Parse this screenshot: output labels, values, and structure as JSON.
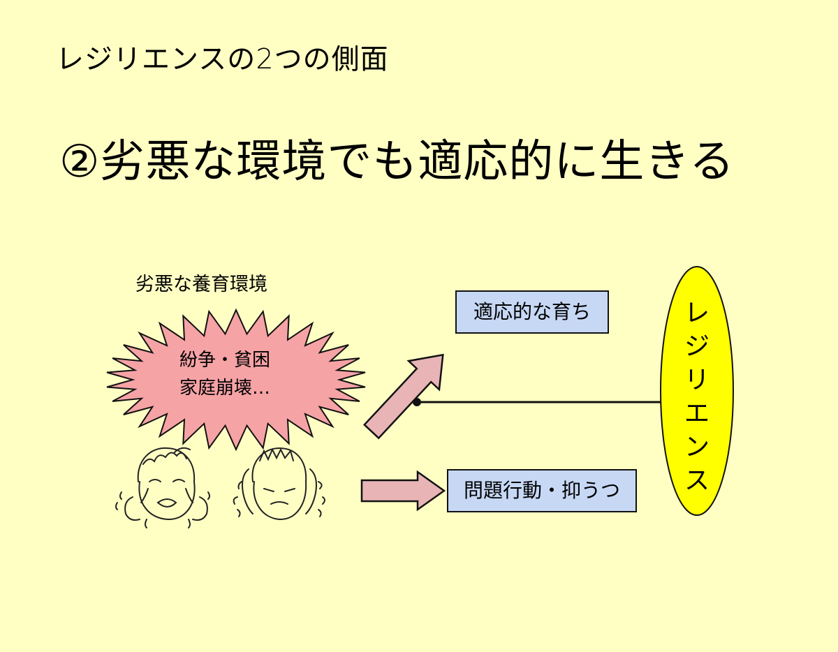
{
  "slide": {
    "subtitle": "レジリエンスの2つの側面",
    "title": "②劣悪な環境でも適応的に生きる"
  },
  "diagram": {
    "environment_label": "劣悪な養育環境",
    "burst_line1": "紛争・貧困",
    "burst_line2": "家庭崩壊…",
    "outcome_adaptive": "適応的な育ち",
    "outcome_problem": "問題行動・抑うつ",
    "resilience_label": "レジリエンス"
  },
  "colors": {
    "background": "#ffffc4",
    "burst_fill": "#f6a3a6",
    "arrow_fill": "#e8b4b6",
    "box_fill": "#c7d8f5",
    "ellipse_fill": "#ffff00"
  },
  "icons": [
    "crying-child-icon",
    "distressed-child-icon"
  ]
}
